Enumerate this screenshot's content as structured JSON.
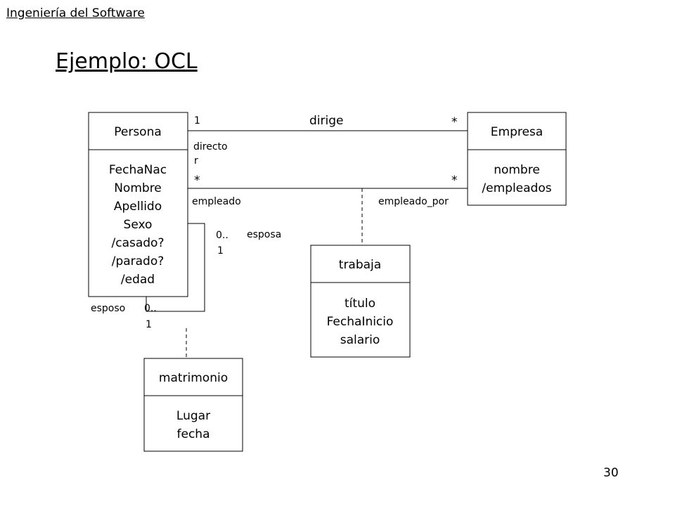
{
  "header": {
    "course": "Ingeniería del Software"
  },
  "slide": {
    "title": "Ejemplo: OCL",
    "page_number": "30"
  },
  "classes": {
    "persona": {
      "name": "Persona",
      "attributes": [
        "FechaNac",
        "Nombre",
        "Apellido",
        "Sexo",
        "/casado?",
        "/parado?",
        "/edad"
      ]
    },
    "empresa": {
      "name": "Empresa",
      "attributes": [
        "nombre",
        "/empleados"
      ]
    },
    "trabaja": {
      "name": "trabaja",
      "attributes": [
        "título",
        "FechaInicio",
        "salario"
      ]
    },
    "matrimonio": {
      "name": "matrimonio",
      "attributes": [
        "Lugar",
        "fecha"
      ]
    }
  },
  "associations": {
    "dirige": {
      "name": "dirige",
      "left_multiplicity": "1",
      "right_multiplicity": "*",
      "left_role": [
        "directo",
        "r"
      ]
    },
    "empleo": {
      "left_multiplicity": "*",
      "right_multiplicity": "*",
      "left_role": "empleado",
      "right_role": "empleado_por"
    },
    "matrimonio": {
      "upper_multiplicity": [
        "0..",
        "1"
      ],
      "upper_role": "esposa",
      "lower_multiplicity": [
        "0..",
        "1"
      ],
      "lower_role": "esposo"
    }
  }
}
